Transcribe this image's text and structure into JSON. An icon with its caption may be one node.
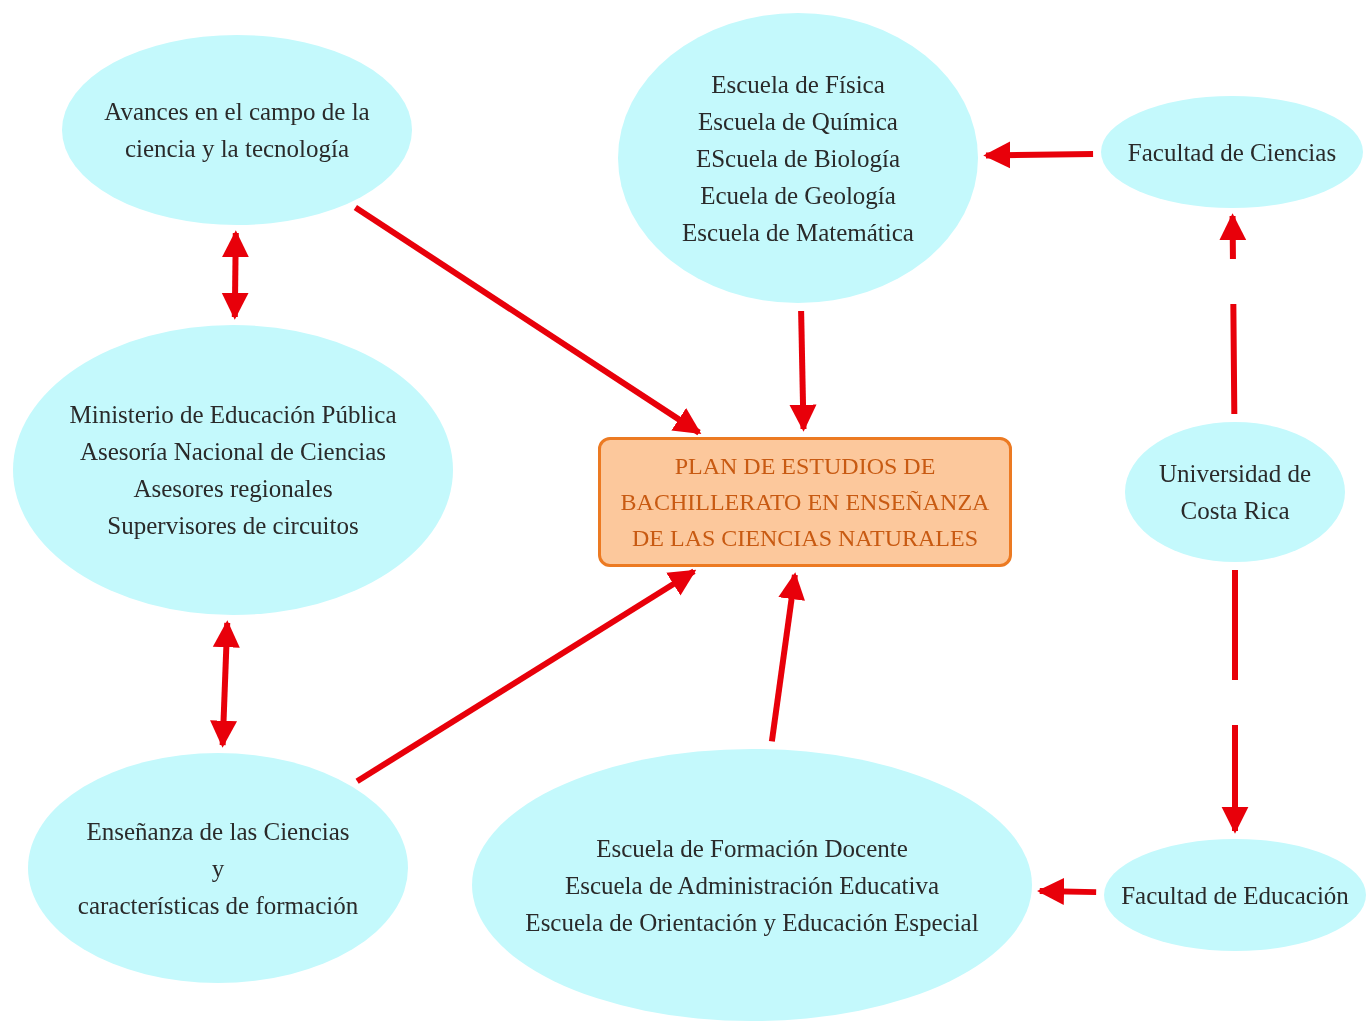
{
  "diagram": {
    "nodes": [
      {
        "text": [
          "Avances en el campo de la ciencia y la tecnología"
        ]
      },
      {
        "text": [
          "Escuela de Física",
          "Escuela de Química",
          "EScuela de Biología",
          "Ecuela de Geología",
          "Escuela de Matemática"
        ]
      },
      {
        "text": [
          "Facultad de Ciencias"
        ]
      },
      {
        "text": [
          "Ministerio de Educación Pública",
          "Asesoría Nacional de Ciencias",
          "Asesores regionales",
          "Supervisores de circuitos"
        ]
      },
      {
        "text": [
          "PLAN DE ESTUDIOS DE BACHILLERATO EN ENSEÑANZA DE LAS CIENCIAS NATURALES"
        ]
      },
      {
        "text": [
          "Universidad de Costa Rica"
        ]
      },
      {
        "text": [
          "Enseñanza de las Ciencias",
          "y",
          "características de formación"
        ]
      },
      {
        "text": [
          "Escuela de Formación Docente",
          "Escuela de Administración Educativa",
          "Escuela de Orientación y Educación Especial"
        ]
      },
      {
        "text": [
          "Facultad de Educación"
        ]
      }
    ],
    "edges": [
      {
        "from": 0,
        "to": 3,
        "arrow": "both"
      },
      {
        "from": 0,
        "to": 4,
        "arrow": "to"
      },
      {
        "from": 1,
        "to": 4,
        "arrow": "to"
      },
      {
        "from": 2,
        "to": 1,
        "arrow": "to"
      },
      {
        "from": 5,
        "to": 2,
        "arrow": "to",
        "style": "dashed"
      },
      {
        "from": 3,
        "to": 6,
        "arrow": "both"
      },
      {
        "from": 6,
        "to": 4,
        "arrow": "to"
      },
      {
        "from": 7,
        "to": 4,
        "arrow": "to"
      },
      {
        "from": 5,
        "to": 8,
        "arrow": "to",
        "style": "dashed"
      },
      {
        "from": 8,
        "to": 7,
        "arrow": "to"
      }
    ]
  }
}
